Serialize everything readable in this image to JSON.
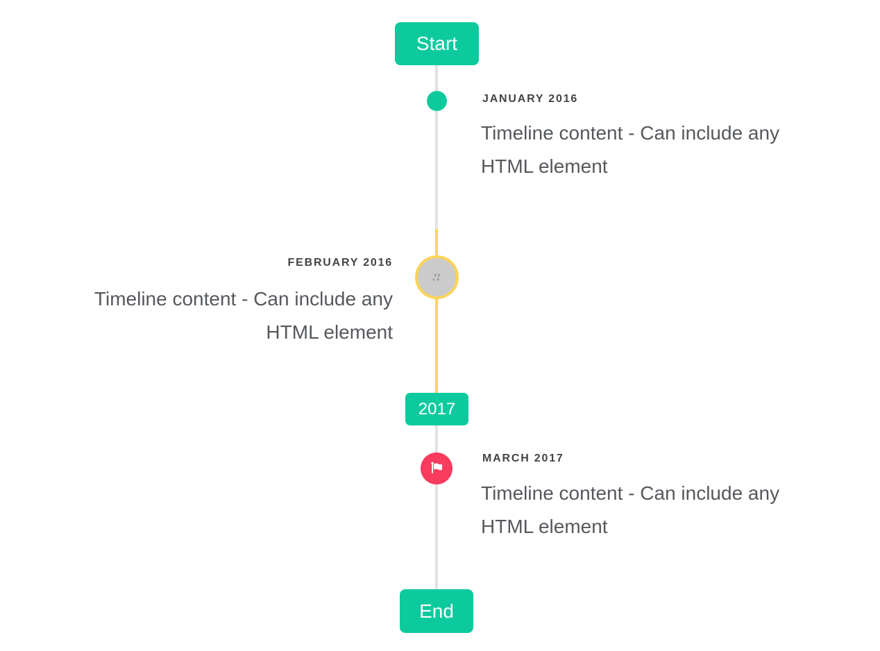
{
  "timeline": {
    "start_badge": "Start",
    "year_badge": "2017",
    "end_badge": "End",
    "items": [
      {
        "title": "JANUARY 2016",
        "content": "Timeline content - Can include any\nHTML element",
        "side": "right",
        "marker": "teal-dot"
      },
      {
        "title": "FEBRUARY 2016",
        "content": "Timeline content - Can include any\nHTML element",
        "side": "left",
        "marker": "gray-circle-yellow-ring-broken-image"
      },
      {
        "title": "MARCH 2017",
        "content": "Timeline content - Can include any\nHTML element",
        "side": "right",
        "marker": "red-circle-flag"
      }
    ],
    "colors": {
      "accent_teal": "#0dca9e",
      "highlight_yellow": "#fdd45b",
      "marker_red": "#f93b5e",
      "line_gray": "#e2e2e2",
      "marker_fill_gray": "#cbcbcb",
      "title_text": "#414345",
      "content_text": "#55585c",
      "badge_text": "#ffffff"
    }
  }
}
